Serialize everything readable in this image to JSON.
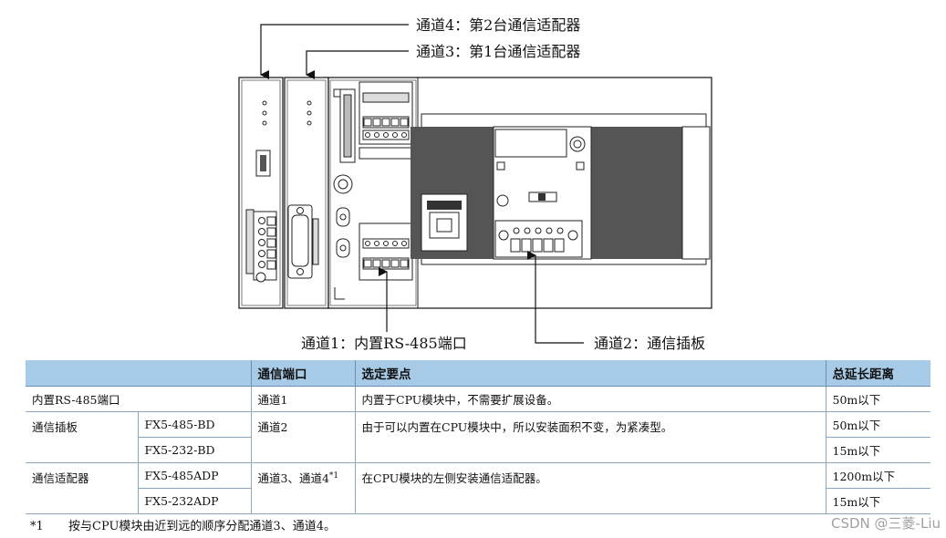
{
  "diagram": {
    "callouts": {
      "ch4": "通道4：第2台通信适配器",
      "ch3": "通道3：第1台通信适配器",
      "ch1": "通道1：内置RS-485端口",
      "ch2": "通道2：通信插板"
    }
  },
  "table": {
    "headers": {
      "device": "",
      "port": "通信端口",
      "point": "选定要点",
      "distance": "总延长距离"
    },
    "rows": {
      "builtin": {
        "device": "内置RS-485端口",
        "port": "通道1",
        "point": "内置于CPU模块中，不需要扩展设备。",
        "distance": "50m以下"
      },
      "board": {
        "device": "通信插板",
        "model_a": "FX5-485-BD",
        "model_b": "FX5-232-BD",
        "port": "通道2",
        "point": "由于可以内置在CPU模块中，所以安装面积不变，为紧凑型。",
        "distance_a": "50m以下",
        "distance_b": "15m以下"
      },
      "adapter": {
        "device": "通信适配器",
        "model_a": "FX5-485ADP",
        "model_b": "FX5-232ADP",
        "port": "通道3、通道4",
        "port_sup": "*1",
        "point": "在CPU模块的左侧安装通信适配器。",
        "distance_a": "1200m以下",
        "distance_b": "15m以下"
      }
    }
  },
  "footnote": {
    "mark": "*1",
    "text": "按与CPU模块由近到远的顺序分配通道3、通道4。"
  },
  "watermark": "CSDN @三菱-Liu"
}
